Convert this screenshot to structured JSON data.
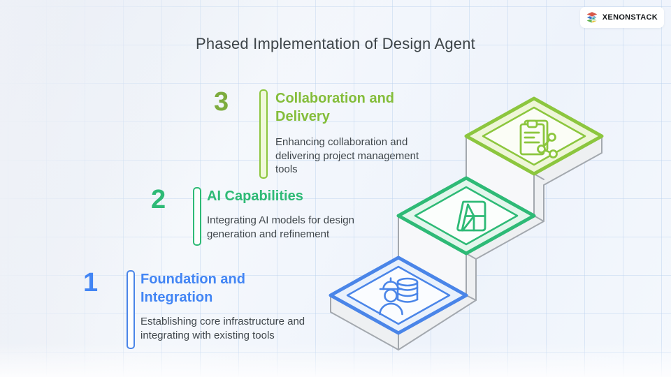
{
  "title": "Phased Implementation of Design Agent",
  "logo": {
    "text": "XENONSTACK"
  },
  "phases": [
    {
      "number": "1",
      "title": "Foundation and Integration",
      "description": "Establishing core infrastructure and integrating with existing tools",
      "accent": "#4285f4",
      "icon": "engineer-database-icon"
    },
    {
      "number": "2",
      "title": "AI Capabilities",
      "description": "Integrating AI models for design generation and refinement",
      "accent": "#2eba76",
      "icon": "design-tool-icon"
    },
    {
      "number": "3",
      "title": "Collaboration and Delivery",
      "description": "Enhancing collaboration and delivering project management tools",
      "accent": "#84bd3a",
      "icon": "clipboard-share-icon"
    }
  ],
  "colors": {
    "lime": "#8cc63e",
    "green": "#2eba76",
    "blue": "#4a85e8",
    "step_side": "#eef0f2",
    "outline": "#a3a8ae"
  }
}
